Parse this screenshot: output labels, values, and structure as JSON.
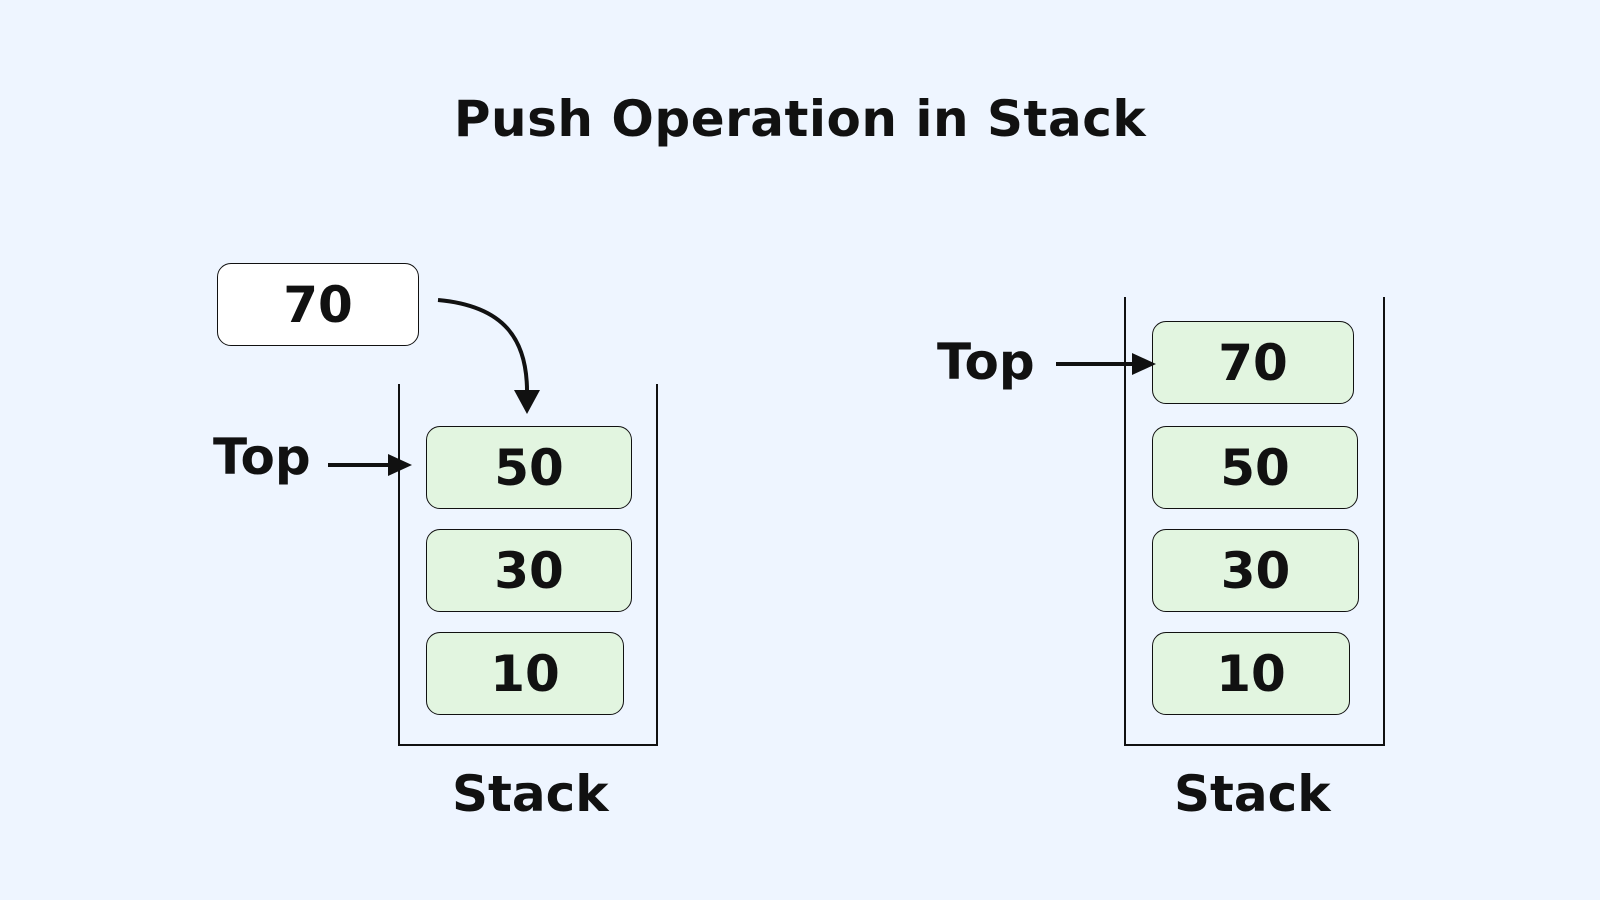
{
  "title": "Push Operation in Stack",
  "before": {
    "incoming_value": "70",
    "top_label": "Top",
    "items": [
      "50",
      "30",
      "10"
    ],
    "stack_label": "Stack"
  },
  "after": {
    "top_label": "Top",
    "items": [
      "70",
      "50",
      "30",
      "10"
    ],
    "stack_label": "Stack"
  },
  "colors": {
    "background": "#eef5ff",
    "cell_fill": "#e2f5e0",
    "incoming_fill": "#ffffff",
    "stroke": "#111111"
  }
}
